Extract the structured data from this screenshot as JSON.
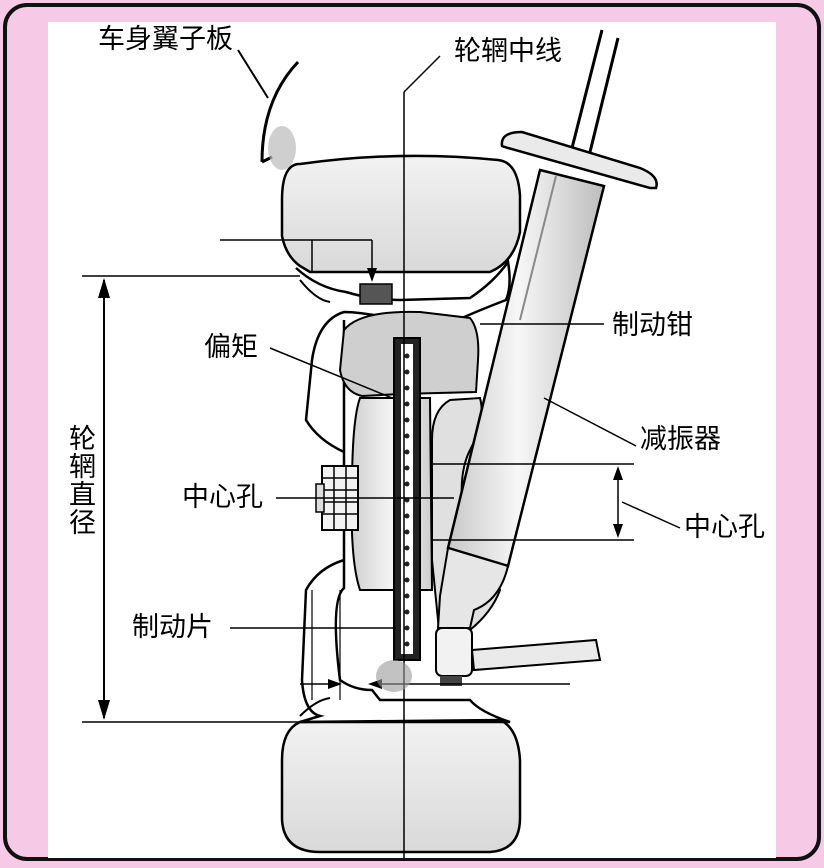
{
  "labels": {
    "fender": "车身翼子板",
    "wheel_centerline": "轮辋中线",
    "caliper": "制动钳",
    "offset": "偏矩",
    "shock_absorber": "减振器",
    "center_hole_left": "中心孔",
    "center_hole_right": "中心孔",
    "brake_pad": "制动片",
    "rim_diameter": "轮辋直径"
  },
  "colors": {
    "background": "#f6c9e6",
    "panel": "#ffffff",
    "part_fill": "#e6e6e6",
    "caliper_fill": "#cfcfcf",
    "outline": "#000000"
  }
}
